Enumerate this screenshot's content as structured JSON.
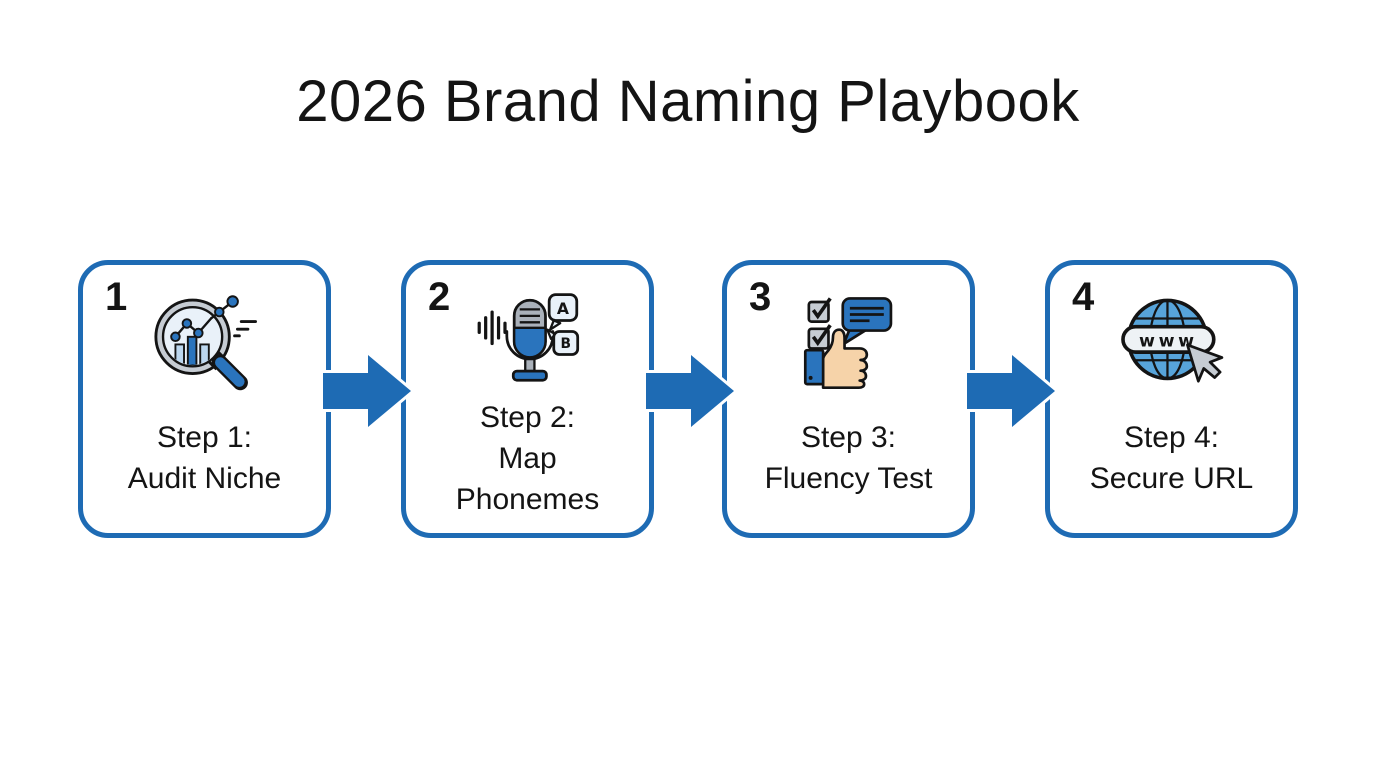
{
  "title": "2026 Brand Naming Playbook",
  "colors": {
    "primary_blue": "#1e6bb4",
    "icon_blue": "#2a74bd",
    "globe_blue": "#57a4da",
    "outline_dark": "#141414",
    "gray": "#aab1ba",
    "light_gray": "#c6ccd3",
    "lens_light": "#e9f1f9",
    "pale_blue": "#bcd7ef",
    "skin": "#f6d3a9",
    "text_dark": "#141414",
    "background": "#ffffff"
  },
  "steps": [
    {
      "number": "1",
      "icon": "magnifier-analytics-icon",
      "lines": [
        "Step 1:",
        "Audit Niche"
      ]
    },
    {
      "number": "2",
      "icon": "microphone-phonemes-icon",
      "lines": [
        "Step 2:",
        "Map",
        "Phonemes"
      ]
    },
    {
      "number": "3",
      "icon": "checklist-thumbsup-icon",
      "lines": [
        "Step 3:",
        "Fluency Test"
      ]
    },
    {
      "number": "4",
      "icon": "globe-www-cursor-icon",
      "lines": [
        "Step 4:",
        "Secure URL"
      ]
    }
  ],
  "icon_labels": {
    "mic_bubble_a": "A",
    "mic_bubble_b": "B",
    "globe_banner": "www"
  }
}
